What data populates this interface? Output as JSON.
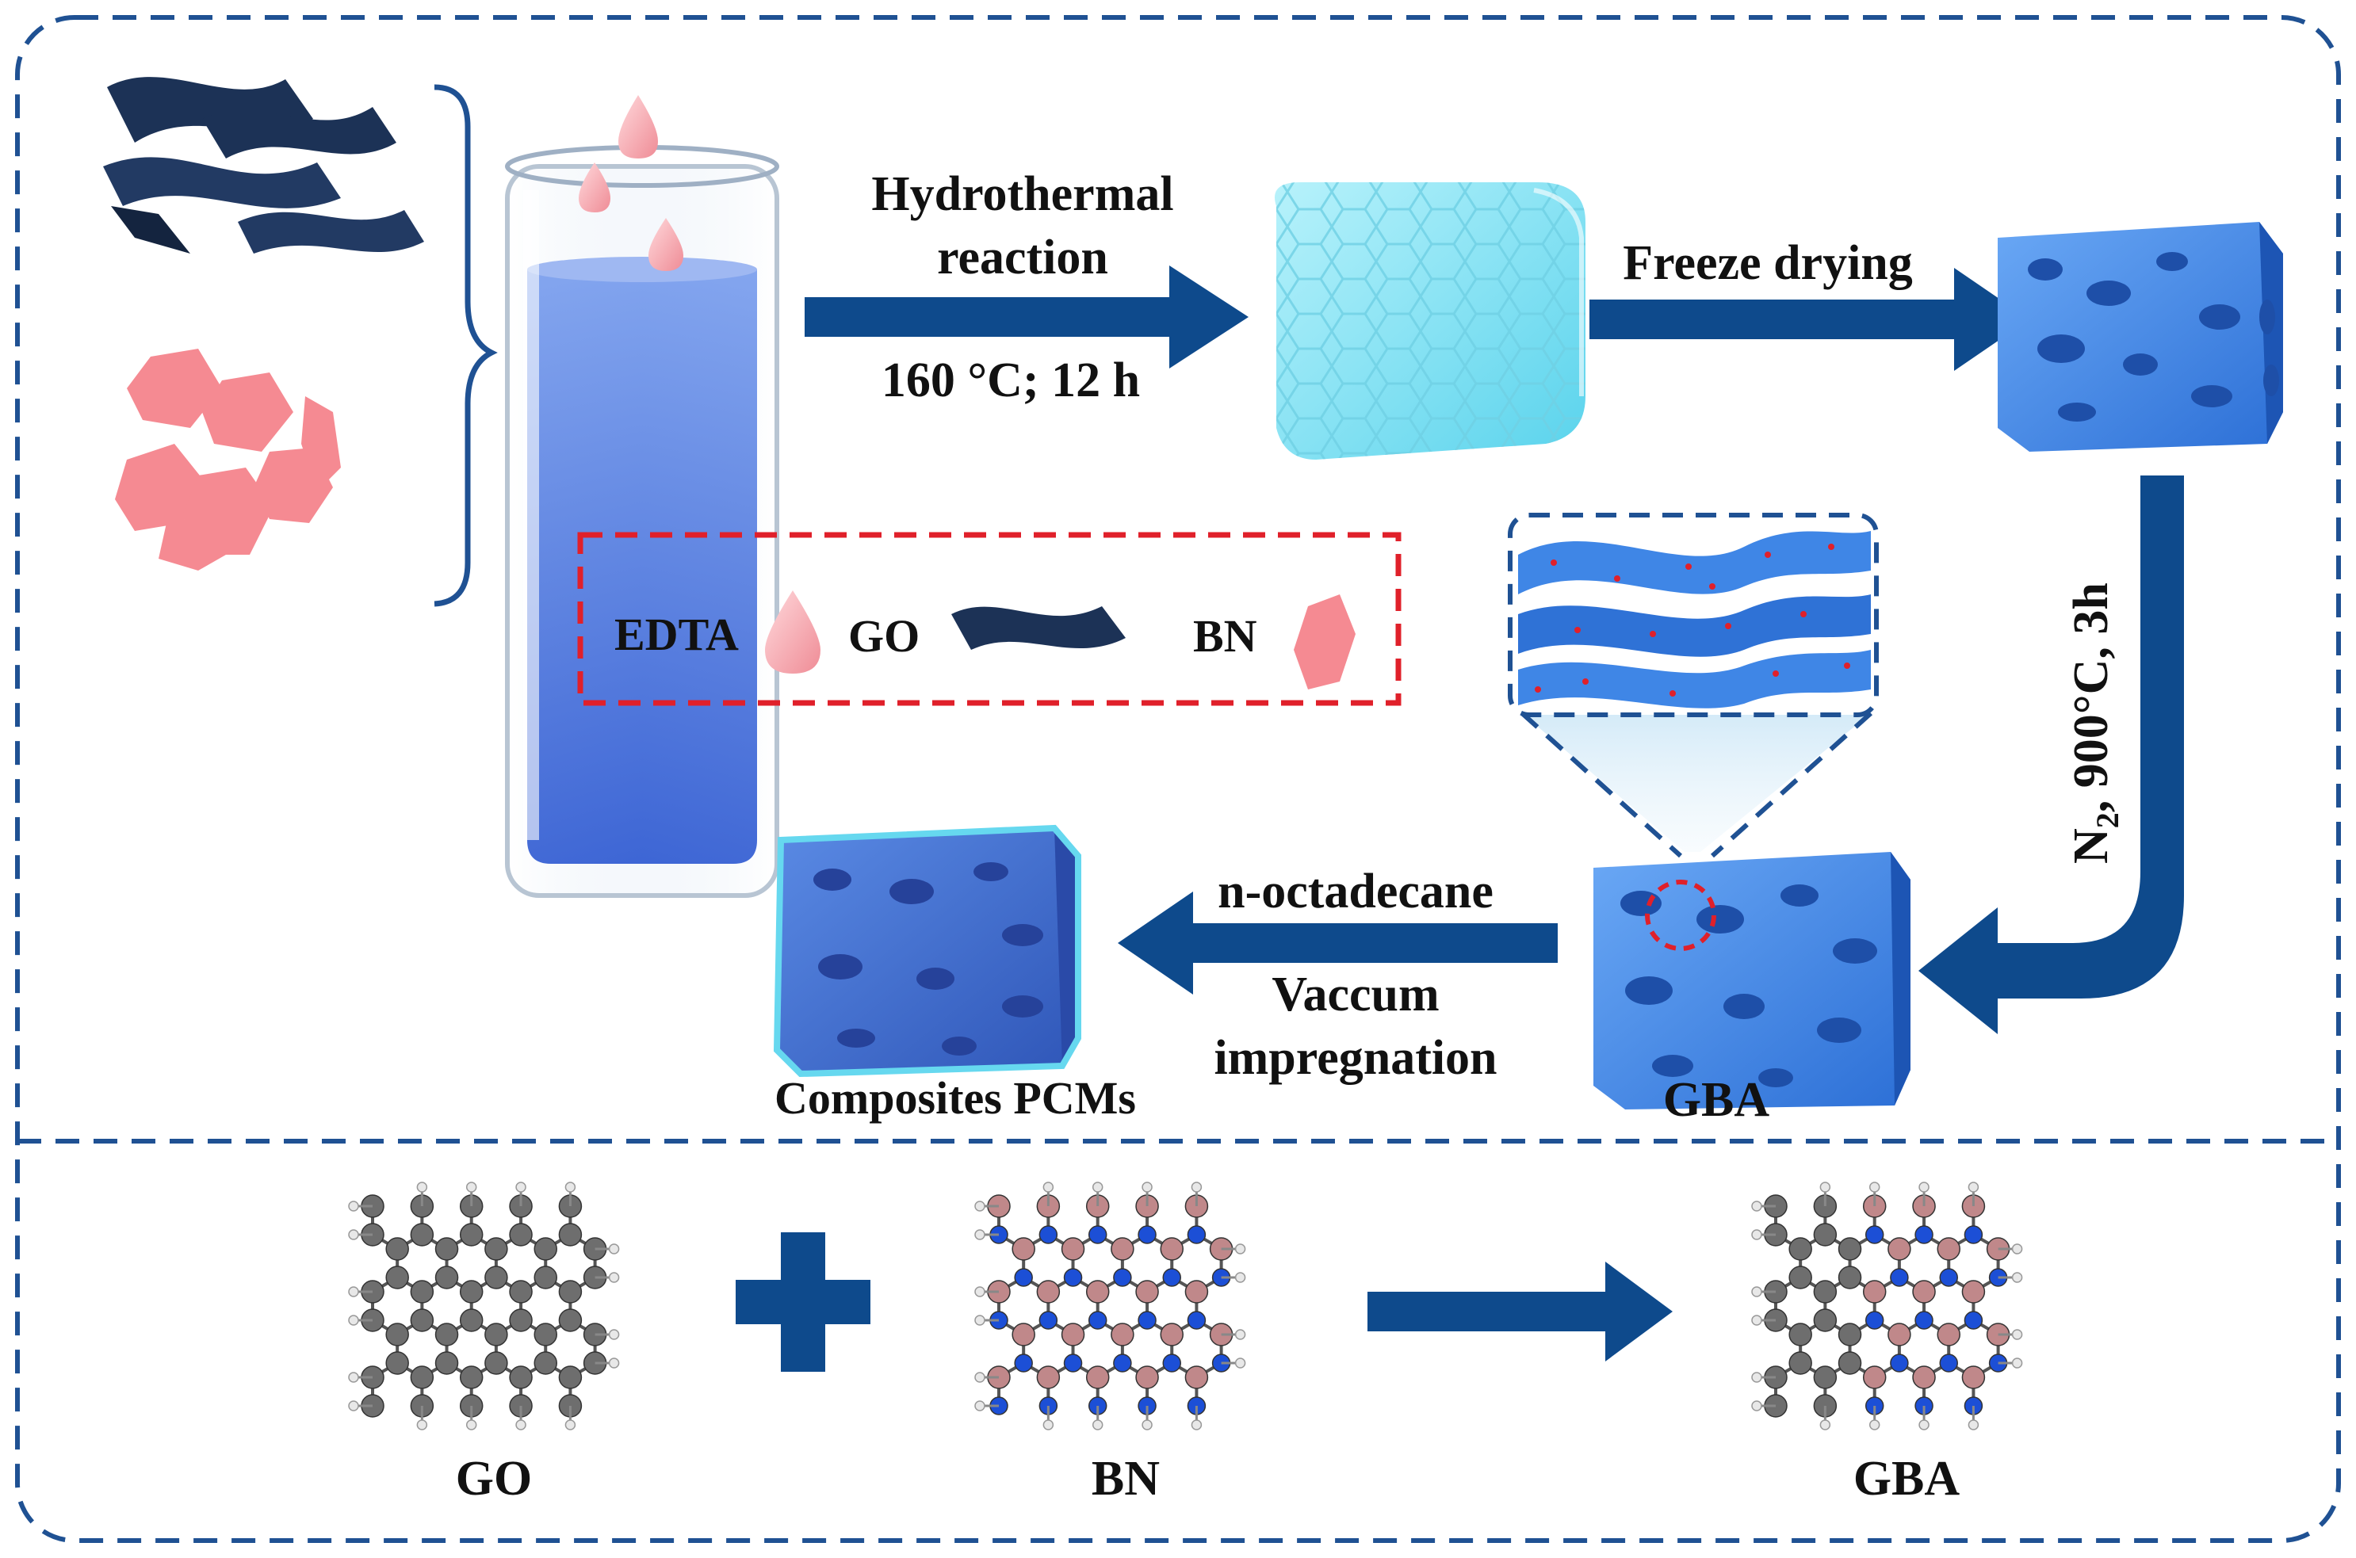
{
  "colors": {
    "frame": "#1f5193",
    "arrow": "#0e4a8c",
    "go_sheet": "#1c3256",
    "bn_flake": "#f58a92",
    "edta_drop": "#f6b3ba",
    "liquid": "#4d7fe0",
    "hydrogel": "#8fe6f4",
    "aerogel": "#3f86e6",
    "composite": "#3d6fd0",
    "legend_border": "#e0202a",
    "atom_carbon": "#6e6e6e",
    "atom_boron": "#c0888a",
    "atom_nitrogen": "#1c4fd6",
    "atom_hydrogen": "#e8e8e8"
  },
  "steps": {
    "hydrothermal_line1": "Hydrothermal",
    "hydrothermal_line2": "reaction",
    "hydrothermal_condition": "160 °C; 12 h",
    "freeze_drying": "Freeze drying",
    "annealing_n": "N",
    "annealing_sub": "2",
    "annealing_rest": ", 900°C, 3h",
    "impregnation_top": "n-octadecane",
    "impregnation_line1": "Vaccum",
    "impregnation_line2": "impregnation"
  },
  "products": {
    "gba": "GBA",
    "composite": "Composites PCMs"
  },
  "legend": {
    "edta": "EDTA",
    "go": "GO",
    "bn": "BN"
  },
  "bottom": {
    "go_label": "GO",
    "bn_label": "BN",
    "gba_label": "GBA"
  }
}
